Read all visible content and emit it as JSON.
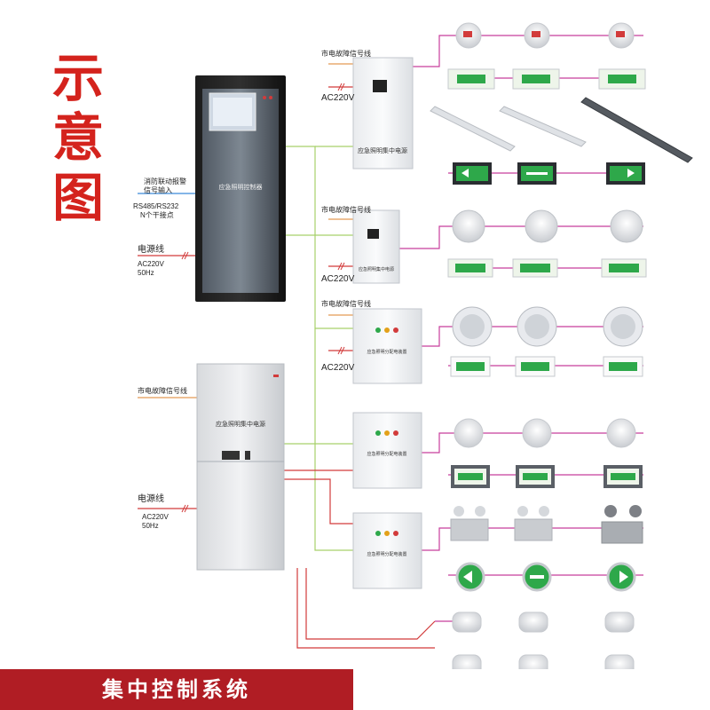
{
  "title_chars": [
    "示",
    "意",
    "图"
  ],
  "footer_label": "集中控制系统",
  "controller": {
    "label": "应急照明控制器",
    "inputs": {
      "fire_link_line1": "消防联动报警",
      "fire_link_line2": "信号输入",
      "rs_line1": "RS485/RS232",
      "rs_line2": "N个干接点",
      "power_label": "电源线",
      "power_ac": "AC220V",
      "power_hz": "50Hz"
    }
  },
  "central_power": {
    "label": "应急照明集中电源",
    "fault_label": "市电故障信号线",
    "power_label": "电源线",
    "power_ac": "AC220V",
    "power_hz": "50Hz"
  },
  "boxes": [
    {
      "fault_label": "市电故障信号线",
      "ac_label": "AC220V",
      "box_label": "应急照明集中电源"
    },
    {
      "fault_label": "市电故障信号线",
      "ac_label": "AC220V",
      "box_label": "应急照明集中电源"
    },
    {
      "fault_label": "市电故障信号线",
      "ac_label": "AC220V",
      "box_label": "应急照明分配电装置"
    },
    {
      "box_label": "应急照明分配电装置"
    },
    {
      "box_label": "应急照明分配电装置"
    }
  ],
  "colors": {
    "title_red": "#d4231d",
    "footer_red": "#b01d24",
    "line_red": "#d23b3b",
    "line_pink": "#c83e9c",
    "line_green": "#a6d06a",
    "line_orange": "#e39a55",
    "line_blue": "#3b8ad9",
    "sign_green": "#2ea84a"
  }
}
